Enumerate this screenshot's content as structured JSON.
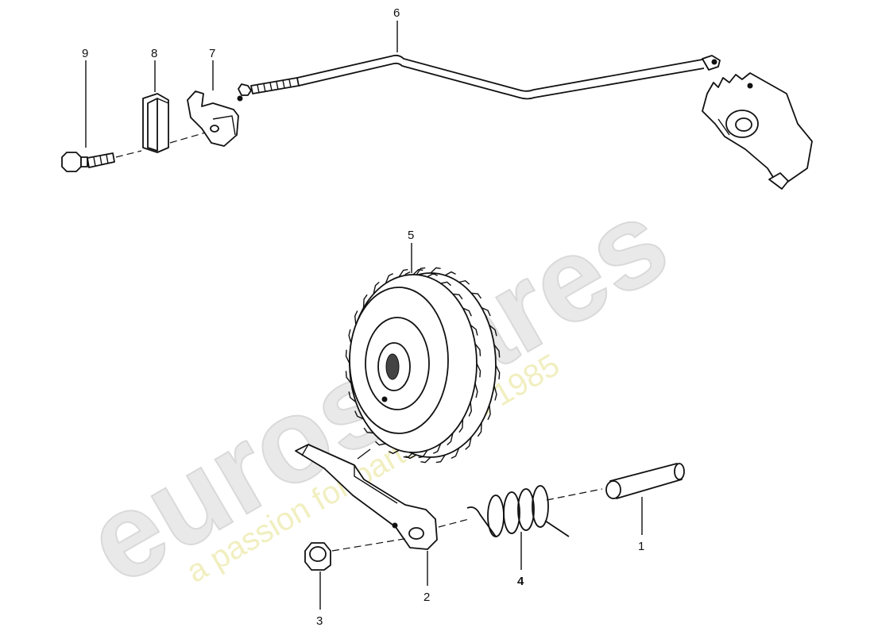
{
  "watermark": {
    "brand": "eurospares",
    "tagline": "a passion for parts since 1985",
    "brand_color": "#e6e6e6",
    "tagline_color": "#f1efc0"
  },
  "callouts": [
    {
      "id": "1",
      "label": "1"
    },
    {
      "id": "2",
      "label": "2"
    },
    {
      "id": "3",
      "label": "3"
    },
    {
      "id": "4",
      "label": "4"
    },
    {
      "id": "5",
      "label": "5"
    },
    {
      "id": "6",
      "label": "6"
    },
    {
      "id": "7",
      "label": "7"
    },
    {
      "id": "8",
      "label": "8"
    },
    {
      "id": "9",
      "label": "9"
    }
  ],
  "colors": {
    "line": "#111111",
    "background": "#ffffff"
  }
}
